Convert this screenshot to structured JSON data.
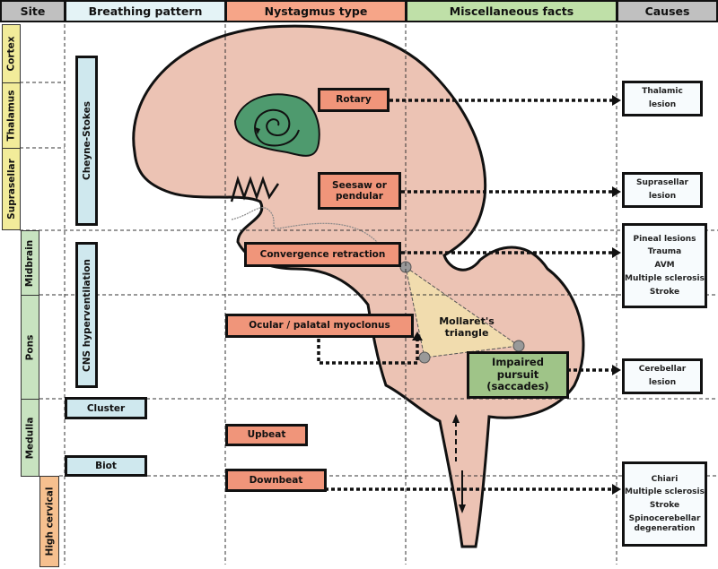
{
  "headers": {
    "site": "Site",
    "breathing": "Breathing pattern",
    "nystagmus": "Nystagmus type",
    "misc": "Miscellaneous facts",
    "causes": "Causes"
  },
  "colors": {
    "site_upper": "#f2ec9a",
    "site_brainstem": "#c8e3c0",
    "site_cervical": "#f6c08f",
    "breathing": "#cfe8ee",
    "nystagmus": "#f0957a",
    "misc": "#9fc488",
    "causes_header": "#c0c0c0",
    "brain": "#ecc3b4",
    "thalamus_blob": "#4e9a6e",
    "triangle": "#f1dcae"
  },
  "sites": [
    "Cortex",
    "Thalamus",
    "Suprasellar",
    "Midbrain",
    "Pons",
    "Medulla",
    "High cervical"
  ],
  "breathing_patterns": [
    "Cheyne-Stokes",
    "CNS hyperventilation",
    "Cluster",
    "Biot"
  ],
  "nystagmus_types": {
    "rotary": "Rotary",
    "seesaw_1": "Seesaw or",
    "seesaw_2": "pendular",
    "convergence": "Convergence retraction",
    "ocular": "Ocular / palatal myoclonus",
    "upbeat": "Upbeat",
    "downbeat": "Downbeat"
  },
  "misc": {
    "triangle_1": "Mollaret's",
    "triangle_2": "triangle",
    "pursuit_1": "Impaired",
    "pursuit_2": "pursuit",
    "pursuit_3": "(saccades)"
  },
  "causes": {
    "thalamic": [
      "Thalamic",
      "lesion"
    ],
    "suprasellar": [
      "Suprasellar",
      "lesion"
    ],
    "midbrain": [
      "Pineal lesions",
      "Trauma",
      "AVM",
      "Multiple sclerosis",
      "Stroke"
    ],
    "cerebellar": [
      "Cerebellar",
      "lesion"
    ],
    "cervical": [
      "Chiari",
      "Multiple sclerosis",
      "Stroke",
      "Spinocerebellar degeneration"
    ]
  }
}
